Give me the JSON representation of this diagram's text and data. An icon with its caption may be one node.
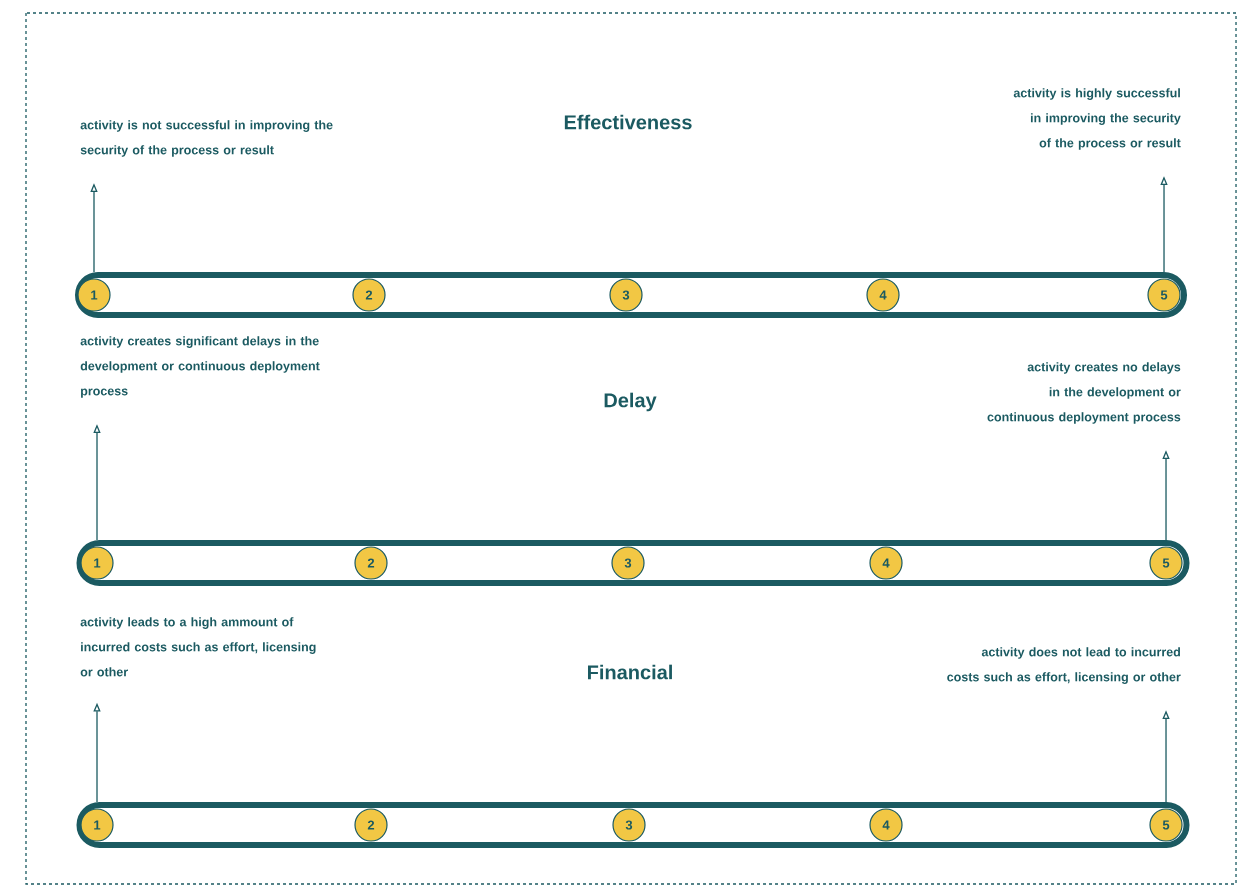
{
  "diagram": {
    "nodes": [
      {
        "text": [
          "activity is not successful in improving the security of the process or result"
        ]
      },
      {
        "text": [
          "activity is highly successful in improving the security of the process or result"
        ]
      },
      {
        "text": [],
        "shape": "bar"
      },
      {
        "text": [
          "1"
        ],
        "in": 2
      },
      {
        "text": [
          "2"
        ],
        "in": 2
      },
      {
        "text": [
          "3"
        ],
        "in": 2
      },
      {
        "text": [
          "4"
        ],
        "in": 2
      },
      {
        "text": [
          "5"
        ],
        "in": 2
      },
      {
        "text": [
          "activity creates significant delays in the development or continuous deployment process"
        ]
      },
      {
        "text": [
          "activity creates no delays in the development or continuous deployment process"
        ]
      },
      {
        "text": [],
        "shape": "bar"
      },
      {
        "text": [
          "1"
        ],
        "in": 10
      },
      {
        "text": [
          "2"
        ],
        "in": 10
      },
      {
        "text": [
          "3"
        ],
        "in": 10
      },
      {
        "text": [
          "4"
        ],
        "in": 10
      },
      {
        "text": [
          "5"
        ],
        "in": 10
      },
      {
        "text": [
          "activity leads to a high ammount of incurred costs such as effort, licensing or other"
        ]
      },
      {
        "text": [
          "activity does not lead to incurred costs such as effort, licensing or other"
        ]
      },
      {
        "text": [],
        "shape": "bar"
      },
      {
        "text": [
          "1"
        ],
        "in": 18
      },
      {
        "text": [
          "2"
        ],
        "in": 18
      },
      {
        "text": [
          "3"
        ],
        "in": 18
      },
      {
        "text": [
          "4"
        ],
        "in": 18
      },
      {
        "text": [
          "5"
        ],
        "in": 18
      }
    ],
    "edges": [
      {
        "from": 3,
        "to": 0,
        "arrow": "to"
      },
      {
        "from": 7,
        "to": 1,
        "arrow": "to"
      },
      {
        "from": 11,
        "to": 8,
        "arrow": "to"
      },
      {
        "from": 15,
        "to": 9,
        "arrow": "to"
      },
      {
        "from": 19,
        "to": 16,
        "arrow": "to"
      },
      {
        "from": 23,
        "to": 17,
        "arrow": "to"
      }
    ],
    "labels": [
      "Effectiveness",
      "Delay",
      "Financial"
    ]
  }
}
